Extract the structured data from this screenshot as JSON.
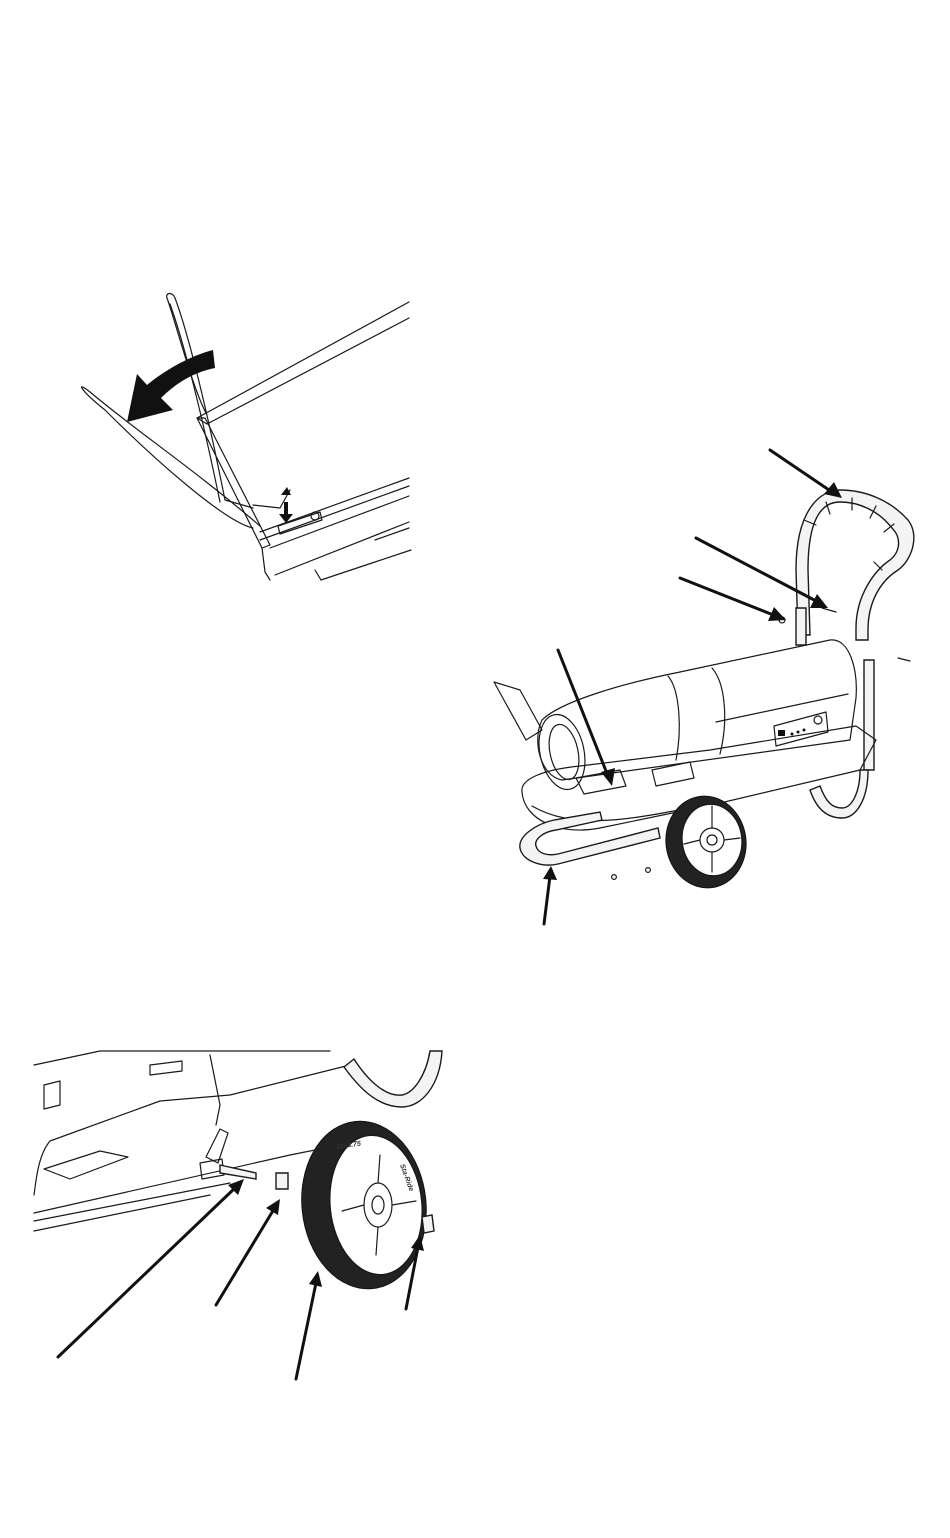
{
  "page": {
    "background": "#ffffff",
    "ink": "#111111"
  },
  "figures": [
    {
      "id": "handle-fold",
      "icons": [
        "curved-rotate-arrow-icon",
        "up-down-arrow-icon"
      ]
    },
    {
      "id": "cart-assembly",
      "icons": [
        "callout-arrow-icon"
      ],
      "callout_count": 5
    },
    {
      "id": "wheel-install",
      "icons": [
        "callout-arrow-icon"
      ],
      "callout_count": 4,
      "tire": {
        "size_text": "10x3.75",
        "brand_text": "Sta-Ride"
      }
    }
  ]
}
